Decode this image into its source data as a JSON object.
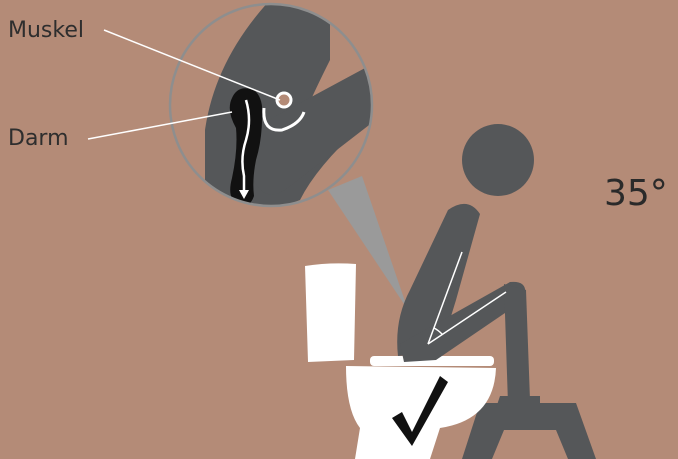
{
  "labels": {
    "muscle": "Muskel",
    "intestine": "Darm",
    "angle": "35°"
  },
  "colors": {
    "background": "#b48b77",
    "figure": "#555759",
    "toilet": "#ffffff",
    "intestine": "#111111",
    "checkmark": "#111111",
    "magnifier_ring": "#8e8e8e",
    "magnifier_pointer": "#9a9a9a",
    "text": "#2e2e2e"
  },
  "icons": {
    "approval": "checkmark-icon"
  }
}
